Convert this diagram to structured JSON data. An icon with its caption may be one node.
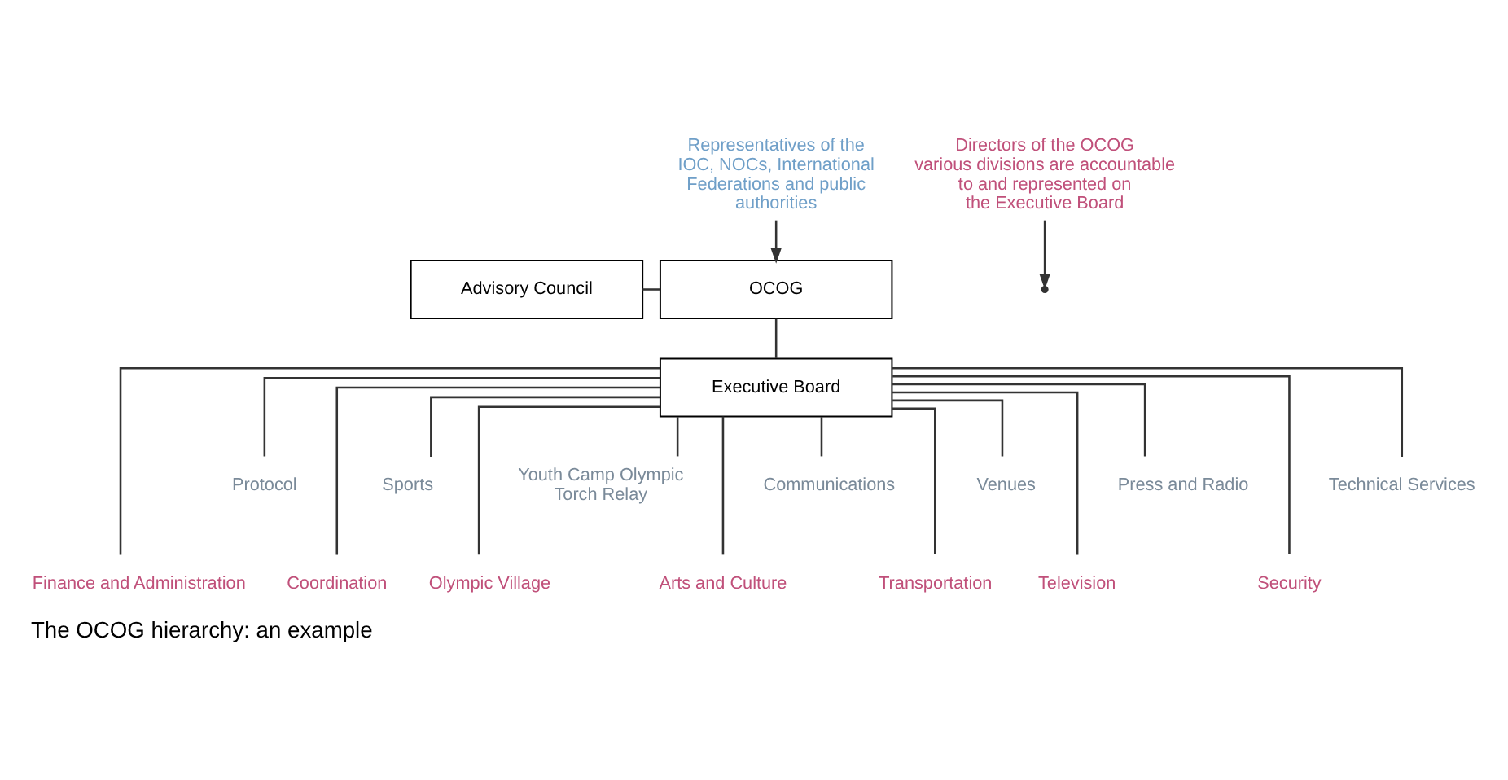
{
  "diagram": {
    "title": "The OCOG hierarchy: an example",
    "nodes": [
      {
        "text": [
          "Advisory Council"
        ]
      },
      {
        "text": [
          "OCOG"
        ]
      },
      {
        "text": [
          "Executive Board"
        ]
      },
      {
        "text": [
          "Representatives of the IOC, NOCs, International Federations and public authorities"
        ]
      },
      {
        "text": [
          "Directors of the OCOG various divisions are accountable to and represented on the Executive Board"
        ]
      },
      {
        "text": [
          "Finance and Administration"
        ]
      },
      {
        "text": [
          "Protocol"
        ]
      },
      {
        "text": [
          "Coordination"
        ]
      },
      {
        "text": [
          "Sports"
        ]
      },
      {
        "text": [
          "Olympic Village"
        ]
      },
      {
        "text": [
          "Youth Camp Olympic Torch Relay"
        ]
      },
      {
        "text": [
          "Arts and Culture"
        ]
      },
      {
        "text": [
          "Communications"
        ]
      },
      {
        "text": [
          "Transportation"
        ]
      },
      {
        "text": [
          "Venues"
        ]
      },
      {
        "text": [
          "Television"
        ]
      },
      {
        "text": [
          "Press and Radio"
        ]
      },
      {
        "text": [
          "Security"
        ]
      },
      {
        "text": [
          "Technical Services"
        ]
      }
    ],
    "edges": [
      {
        "from": 0,
        "to": 1,
        "arrow": "none"
      },
      {
        "from": 1,
        "to": 2,
        "arrow": "none"
      },
      {
        "from": 3,
        "to": 1,
        "arrow": "to"
      },
      {
        "from": 4,
        "to": null,
        "arrow": "to"
      },
      {
        "from": 2,
        "to": 5,
        "arrow": "none"
      },
      {
        "from": 2,
        "to": 6,
        "arrow": "none"
      },
      {
        "from": 2,
        "to": 7,
        "arrow": "none"
      },
      {
        "from": 2,
        "to": 8,
        "arrow": "none"
      },
      {
        "from": 2,
        "to": 9,
        "arrow": "none"
      },
      {
        "from": 2,
        "to": 10,
        "arrow": "none"
      },
      {
        "from": 2,
        "to": 11,
        "arrow": "none"
      },
      {
        "from": 2,
        "to": 12,
        "arrow": "none"
      },
      {
        "from": 2,
        "to": 13,
        "arrow": "none"
      },
      {
        "from": 2,
        "to": 14,
        "arrow": "none"
      },
      {
        "from": 2,
        "to": 15,
        "arrow": "none"
      },
      {
        "from": 2,
        "to": 16,
        "arrow": "none"
      },
      {
        "from": 2,
        "to": 17,
        "arrow": "none"
      },
      {
        "from": 2,
        "to": 18,
        "arrow": "none"
      }
    ]
  }
}
